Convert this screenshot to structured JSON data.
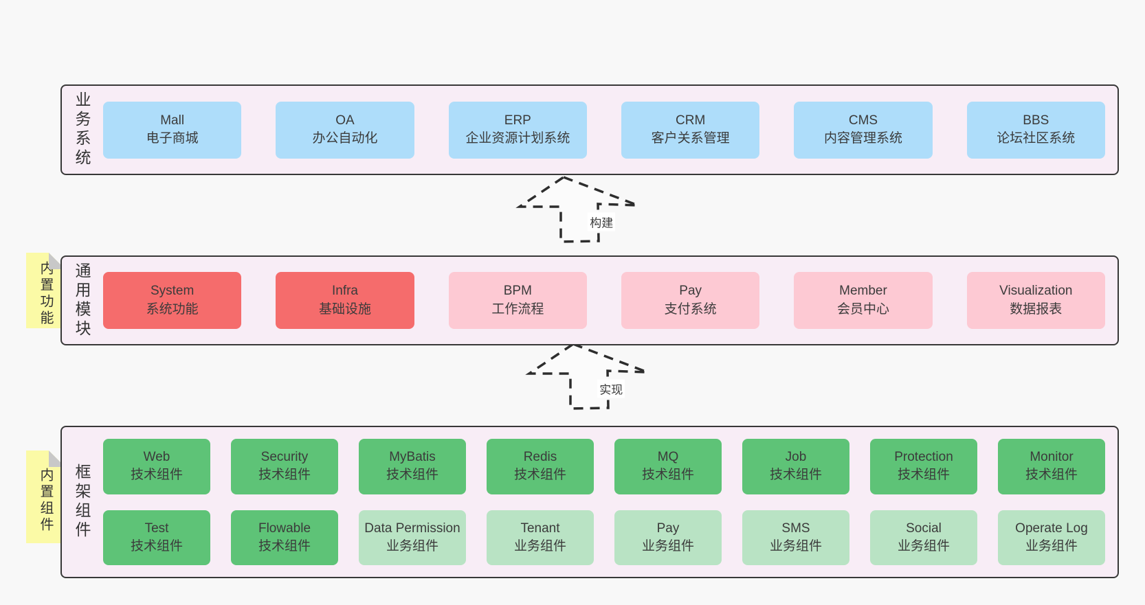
{
  "palette": {
    "page_bg": "#f8f8f8",
    "panel_bg": "#f8edf6",
    "panel_border": "#383838",
    "blue_box": "#aeddfa",
    "red_box": "#f56c6c",
    "pink_box": "#fdc9d3",
    "green_box": "#5ec377",
    "light_green_box": "#b9e3c4",
    "tag_yellow": "#fbfaa6",
    "tag_fold_gray": "#c8c8c8",
    "text": "#3b3b3b"
  },
  "layers": {
    "business": {
      "label": "业务系统",
      "boxes": [
        {
          "en": "Mall",
          "zh": "电子商城",
          "variant": "blue"
        },
        {
          "en": "OA",
          "zh": "办公自动化",
          "variant": "blue"
        },
        {
          "en": "ERP",
          "zh": "企业资源计划系统",
          "variant": "blue"
        },
        {
          "en": "CRM",
          "zh": "客户关系管理",
          "variant": "blue"
        },
        {
          "en": "CMS",
          "zh": "内容管理系统",
          "variant": "blue"
        },
        {
          "en": "BBS",
          "zh": "论坛社区系统",
          "variant": "blue"
        }
      ]
    },
    "modules": {
      "label": "通用模块",
      "tag": "内置功能",
      "boxes": [
        {
          "en": "System",
          "zh": "系统功能",
          "variant": "red"
        },
        {
          "en": "Infra",
          "zh": "基础设施",
          "variant": "red"
        },
        {
          "en": "BPM",
          "zh": "工作流程",
          "variant": "pink"
        },
        {
          "en": "Pay",
          "zh": "支付系统",
          "variant": "pink"
        },
        {
          "en": "Member",
          "zh": "会员中心",
          "variant": "pink"
        },
        {
          "en": "Visualization",
          "zh": "数据报表",
          "variant": "pink"
        }
      ]
    },
    "components": {
      "label": "框架组件",
      "tag": "内置组件",
      "rows": [
        [
          {
            "en": "Web",
            "zh": "技术组件",
            "variant": "green"
          },
          {
            "en": "Security",
            "zh": "技术组件",
            "variant": "green"
          },
          {
            "en": "MyBatis",
            "zh": "技术组件",
            "variant": "green"
          },
          {
            "en": "Redis",
            "zh": "技术组件",
            "variant": "green"
          },
          {
            "en": "MQ",
            "zh": "技术组件",
            "variant": "green"
          },
          {
            "en": "Job",
            "zh": "技术组件",
            "variant": "green"
          },
          {
            "en": "Protection",
            "zh": "技术组件",
            "variant": "green"
          },
          {
            "en": "Monitor",
            "zh": "技术组件",
            "variant": "green"
          }
        ],
        [
          {
            "en": "Test",
            "zh": "技术组件",
            "variant": "green"
          },
          {
            "en": "Flowable",
            "zh": "技术组件",
            "variant": "green"
          },
          {
            "en": "Data Permission",
            "zh": "业务组件",
            "variant": "light-green"
          },
          {
            "en": "Tenant",
            "zh": "业务组件",
            "variant": "light-green"
          },
          {
            "en": "Pay",
            "zh": "业务组件",
            "variant": "light-green"
          },
          {
            "en": "SMS",
            "zh": "业务组件",
            "variant": "light-green"
          },
          {
            "en": "Social",
            "zh": "业务组件",
            "variant": "light-green"
          },
          {
            "en": "Operate Log",
            "zh": "业务组件",
            "variant": "light-green"
          }
        ]
      ]
    }
  },
  "arrows": {
    "build_label": "构建",
    "implement_label": "实现"
  }
}
